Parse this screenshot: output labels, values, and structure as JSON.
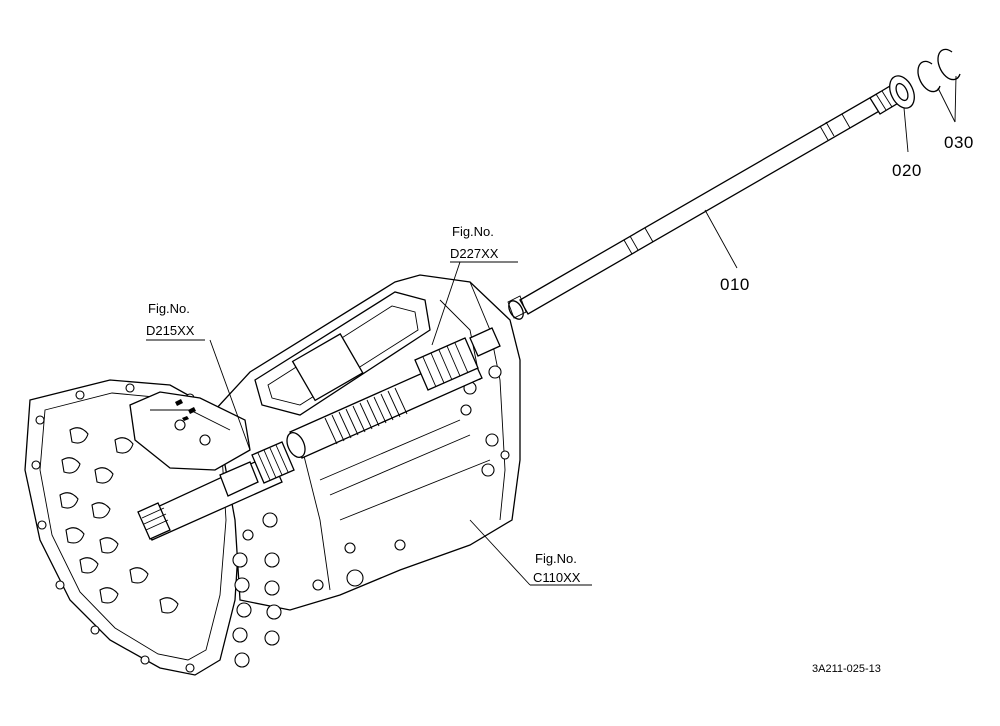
{
  "parts": {
    "shaft": "010",
    "bearing": "020",
    "circlip": "030"
  },
  "references": [
    {
      "prefix": "Fig.No.",
      "code": "D215XX"
    },
    {
      "prefix": "Fig.No.",
      "code": "D227XX"
    },
    {
      "prefix": "Fig.No.",
      "code": "C110XX"
    }
  ],
  "drawing_code": "3A211-025-13"
}
